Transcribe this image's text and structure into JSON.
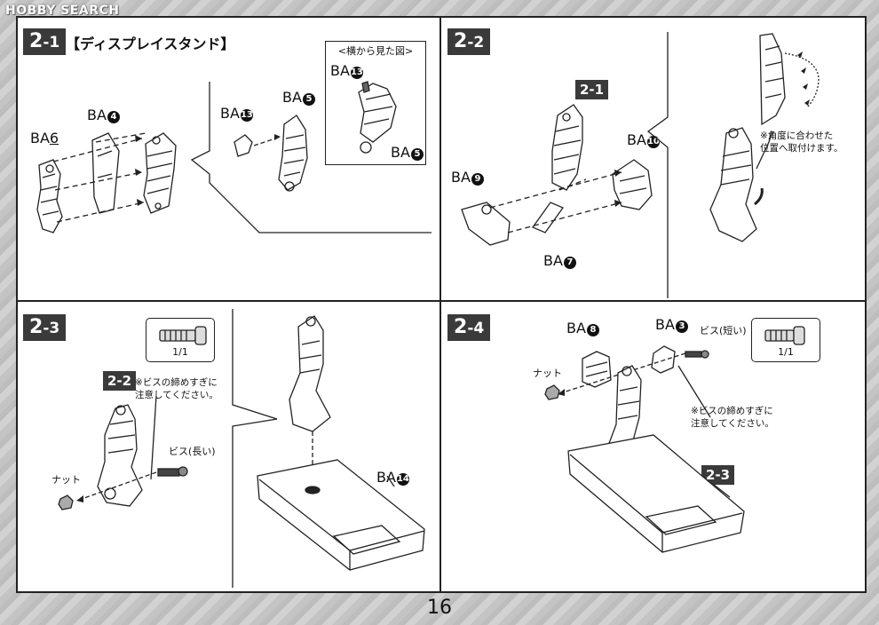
{
  "watermark": "HOBBY SEARCH",
  "page_number": "16",
  "panels": {
    "p21": {
      "step_main": "2",
      "step_sub": "-1",
      "title": "【ディスプレイスタンド】",
      "side_view_caption": "<横から見た図>",
      "parts": {
        "ba6": {
          "prefix": "BA",
          "num": "6"
        },
        "ba4": {
          "prefix": "BA",
          "num": "4"
        },
        "ba13": {
          "prefix": "BA",
          "num": "13"
        },
        "ba5": {
          "prefix": "BA",
          "num": "5"
        },
        "ba13_side": {
          "prefix": "BA",
          "num": "13"
        },
        "ba5_side": {
          "prefix": "BA",
          "num": "5"
        }
      }
    },
    "p22": {
      "step_main": "2",
      "step_sub": "-2",
      "ref_step": "2-1",
      "note_line1": "※角度に合わせた",
      "note_line2": "位置へ取付けます。",
      "parts": {
        "ba9": {
          "prefix": "BA",
          "num": "9"
        },
        "ba10": {
          "prefix": "BA",
          "num": "10"
        },
        "ba7": {
          "prefix": "BA",
          "num": "7"
        }
      }
    },
    "p23": {
      "step_main": "2",
      "step_sub": "-3",
      "ref_step": "2-2",
      "screw_count": "1/1",
      "note_line1": "※ビスの締めすぎに",
      "note_line2": "注意してください。",
      "screw_label": "ビス(長い)",
      "nut_label": "ナット",
      "parts": {
        "ba14": {
          "prefix": "BA",
          "num": "14"
        }
      }
    },
    "p24": {
      "step_main": "2",
      "step_sub": "-4",
      "ref_step": "2-3",
      "screw_count": "1/1",
      "note_line1": "※ビスの締めすぎに",
      "note_line2": "注意してください。",
      "screw_label": "ビス(短い)",
      "nut_label": "ナット",
      "parts": {
        "ba8": {
          "prefix": "BA",
          "num": "8"
        },
        "ba3": {
          "prefix": "BA",
          "num": "3"
        }
      }
    }
  }
}
